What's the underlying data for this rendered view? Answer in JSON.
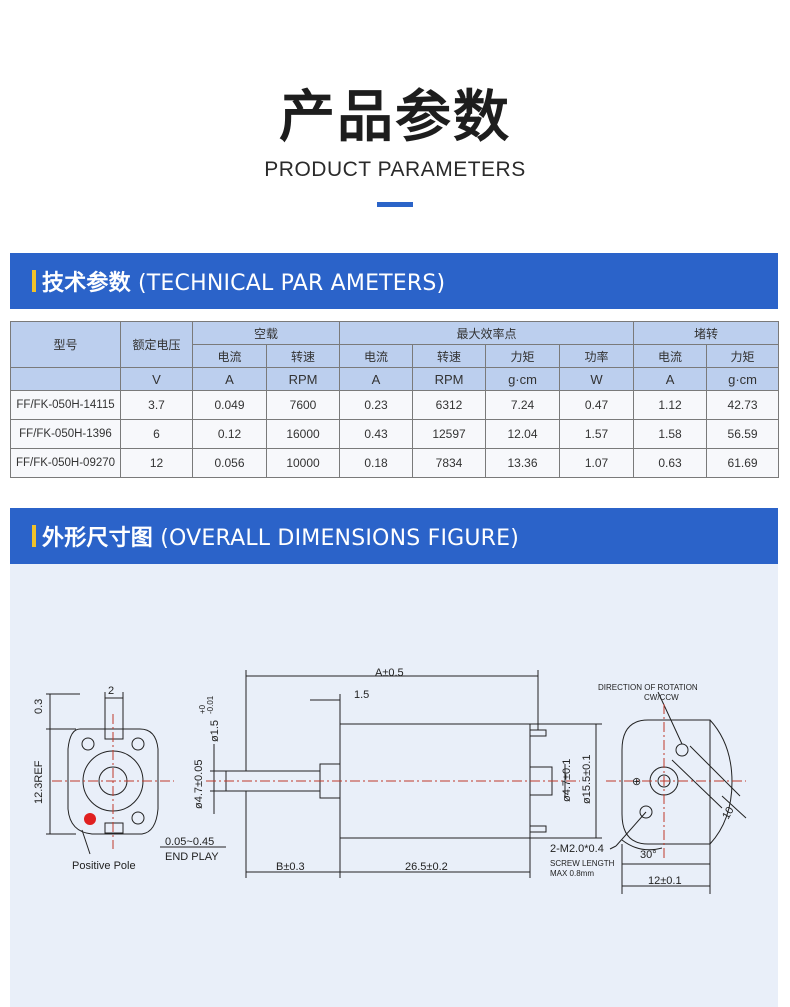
{
  "hero": {
    "title": "产品参数",
    "subtitle": "PRODUCT PARAMETERS"
  },
  "section_technical": {
    "title_cn": "技术参数",
    "title_en": "(TECHNICAL PAR AMETERS)"
  },
  "table": {
    "headers": {
      "model": "型号",
      "rated_voltage": "额定电压",
      "no_load": "空载",
      "max_efficiency": "最大效率点",
      "stall": "堵转",
      "current": "电流",
      "speed": "转速",
      "torque": "力矩",
      "power": "功率"
    },
    "units": {
      "voltage": "V",
      "nl_current": "A",
      "nl_speed": "RPM",
      "me_current": "A",
      "me_speed": "RPM",
      "me_torque": "g·cm",
      "me_power": "W",
      "st_current": "A",
      "st_torque": "g·cm"
    },
    "rows": [
      [
        "FF/FK-050H-14115",
        "3.7",
        "0.049",
        "7600",
        "0.23",
        "6312",
        "7.24",
        "0.47",
        "1.12",
        "42.73"
      ],
      [
        "FF/FK-050H-1396",
        "6",
        "0.12",
        "16000",
        "0.43",
        "12597",
        "12.04",
        "1.57",
        "1.58",
        "56.59"
      ],
      [
        "FF/FK-050H-09270",
        "12",
        "0.056",
        "10000",
        "0.18",
        "7834",
        "13.36",
        "1.07",
        "0.63",
        "61.69"
      ]
    ]
  },
  "section_dimensions": {
    "title_cn": "外形尺寸图",
    "title_en": "(OVERALL DIMENSIONS FIGURE)"
  },
  "drawing": {
    "dim_a": "A±0.5",
    "dim_1_5": "1.5",
    "dim_2": "2",
    "dim_0_3": "0.3",
    "dim_12_3ref": "12.3REF",
    "shaft_dia": "ø1.5",
    "shaft_tol_top": "+0",
    "shaft_tol_bot": "-0.01",
    "boss_dia_left": "ø4.7±0.05",
    "boss_dia_right": "ø4.7±0.1",
    "body_dia": "ø15.5±0.1",
    "end_play_val": "0.05~0.45",
    "end_play_label": "END PLAY",
    "dim_b": "B±0.3",
    "dim_body_len": "26.5±0.2",
    "positive_pole": "Positive Pole",
    "rotation_title": "DIRECTION OF ROTATION",
    "rotation_dir": "CW/CCW",
    "screw": "2-M2.0*0.4",
    "screw_length": "SCREW LENGTH",
    "screw_max": "MAX 0.8mm",
    "angle": "30°",
    "dim_10": "10",
    "dim_12": "12±0.1",
    "pole_mark": "⊕",
    "colors": {
      "accent": "#2b63c9",
      "highlight": "#f0c22a",
      "pole": "#e02020",
      "centerline": "#c0392b"
    }
  }
}
